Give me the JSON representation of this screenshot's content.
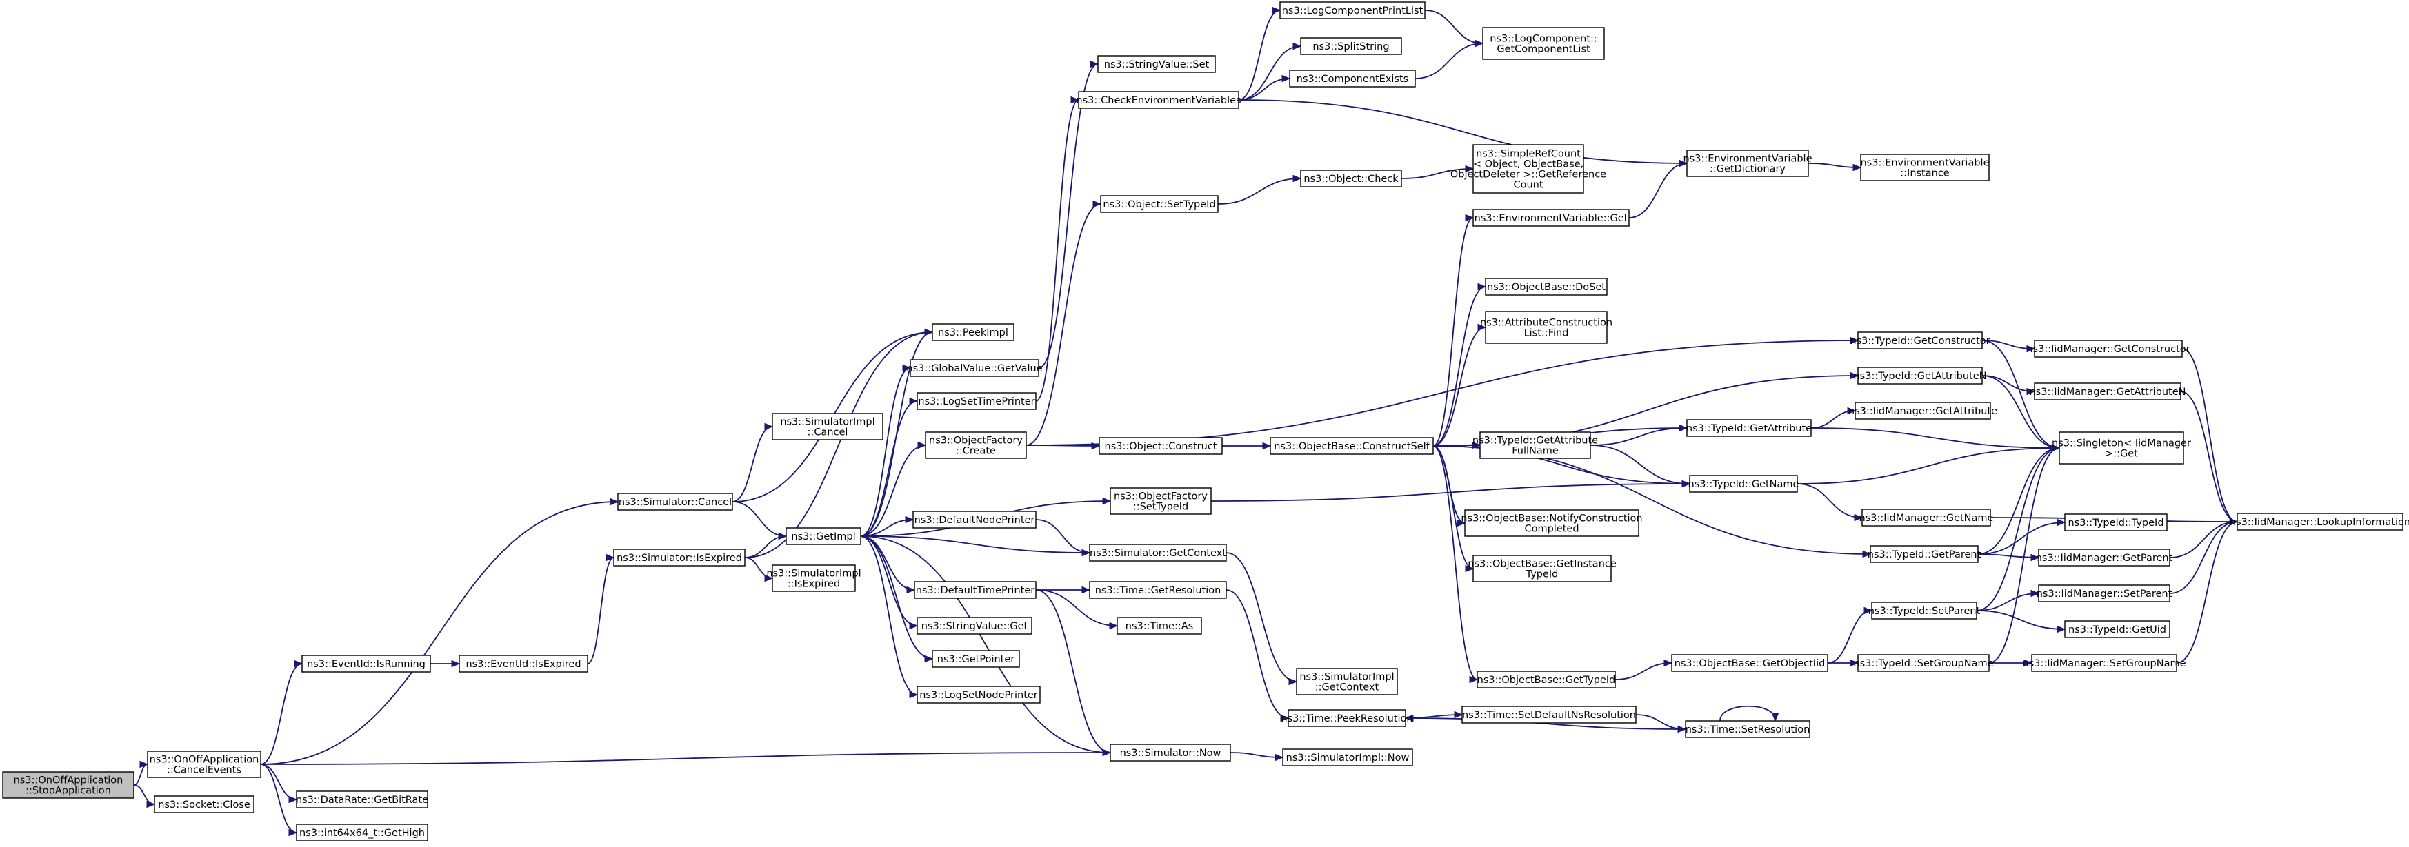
{
  "graph": {
    "nodes": [
      {
        "id": "stop",
        "lines": [
          "ns3::OnOffApplication",
          "::StopApplication"
        ],
        "root": true
      },
      {
        "id": "cancelEvents",
        "lines": [
          "ns3::OnOffApplication",
          "::CancelEvents"
        ]
      },
      {
        "id": "socketClose",
        "lines": [
          "ns3::Socket::Close"
        ]
      },
      {
        "id": "getBitRate",
        "lines": [
          "ns3::DataRate::GetBitRate"
        ]
      },
      {
        "id": "getHigh",
        "lines": [
          "ns3::int64x64_t::GetHigh"
        ]
      },
      {
        "id": "isRunning",
        "lines": [
          "ns3::EventId::IsRunning"
        ]
      },
      {
        "id": "eventIsExpired",
        "lines": [
          "ns3::EventId::IsExpired"
        ]
      },
      {
        "id": "simIsExpired",
        "lines": [
          "ns3::Simulator::IsExpired"
        ]
      },
      {
        "id": "simCancel",
        "lines": [
          "ns3::Simulator::Cancel"
        ]
      },
      {
        "id": "simImplCancel",
        "lines": [
          "ns3::SimulatorImpl",
          "::Cancel"
        ]
      },
      {
        "id": "simImplIsExpired",
        "lines": [
          "ns3::SimulatorImpl",
          "::IsExpired"
        ]
      },
      {
        "id": "getImpl",
        "lines": [
          "ns3::GetImpl"
        ]
      },
      {
        "id": "peekImpl",
        "lines": [
          "ns3::PeekImpl"
        ]
      },
      {
        "id": "gvGetValue",
        "lines": [
          "ns3::GlobalValue::GetValue"
        ]
      },
      {
        "id": "logSetTimePrinter",
        "lines": [
          "ns3::LogSetTimePrinter"
        ]
      },
      {
        "id": "ofCreate",
        "lines": [
          "ns3::ObjectFactory",
          "::Create"
        ]
      },
      {
        "id": "defaultNodePrinter",
        "lines": [
          "ns3::DefaultNodePrinter"
        ]
      },
      {
        "id": "defaultTimePrinter",
        "lines": [
          "ns3::DefaultTimePrinter"
        ]
      },
      {
        "id": "stringValueGet",
        "lines": [
          "ns3::StringValue::Get"
        ]
      },
      {
        "id": "getPointer",
        "lines": [
          "ns3::GetPointer"
        ]
      },
      {
        "id": "logSetNodePrinter",
        "lines": [
          "ns3::LogSetNodePrinter"
        ]
      },
      {
        "id": "stringValueSet",
        "lines": [
          "ns3::StringValue::Set"
        ]
      },
      {
        "id": "checkEnv",
        "lines": [
          "ns3::CheckEnvironmentVariables"
        ]
      },
      {
        "id": "objSetTypeId",
        "lines": [
          "ns3::Object::SetTypeId"
        ]
      },
      {
        "id": "objConstruct",
        "lines": [
          "ns3::Object::Construct"
        ]
      },
      {
        "id": "ofSetTypeId",
        "lines": [
          "ns3::ObjectFactory",
          "::SetTypeId"
        ]
      },
      {
        "id": "simGetContext",
        "lines": [
          "ns3::Simulator::GetContext"
        ]
      },
      {
        "id": "timeGetResolution",
        "lines": [
          "ns3::Time::GetResolution"
        ]
      },
      {
        "id": "timeAs",
        "lines": [
          "ns3::Time::As"
        ]
      },
      {
        "id": "simNow",
        "lines": [
          "ns3::Simulator::Now"
        ]
      },
      {
        "id": "logCompPrintList",
        "lines": [
          "ns3::LogComponentPrintList"
        ]
      },
      {
        "id": "splitString",
        "lines": [
          "ns3::SplitString"
        ]
      },
      {
        "id": "componentExists",
        "lines": [
          "ns3::ComponentExists"
        ]
      },
      {
        "id": "objCheck",
        "lines": [
          "ns3::Object::Check"
        ]
      },
      {
        "id": "obConstructSelf",
        "lines": [
          "ns3::ObjectBase::ConstructSelf"
        ]
      },
      {
        "id": "simImplGetContext",
        "lines": [
          "ns3::SimulatorImpl",
          "::GetContext"
        ]
      },
      {
        "id": "timePeekResolution",
        "lines": [
          "ns3::Time::PeekResolution"
        ]
      },
      {
        "id": "simImplNow",
        "lines": [
          "ns3::SimulatorImpl::Now"
        ]
      },
      {
        "id": "getComponentList",
        "lines": [
          "ns3::LogComponent::",
          "GetComponentList"
        ]
      },
      {
        "id": "simpleRefCount",
        "lines": [
          "ns3::SimpleRefCount",
          "< Object, ObjectBase,",
          "ObjectDeleter >::GetReference",
          "Count"
        ]
      },
      {
        "id": "envGet",
        "lines": [
          "ns3::EnvironmentVariable::Get"
        ]
      },
      {
        "id": "obDoSet",
        "lines": [
          "ns3::ObjectBase::DoSet"
        ]
      },
      {
        "id": "acListFind",
        "lines": [
          "ns3::AttributeConstruction",
          "List::Find"
        ]
      },
      {
        "id": "tidGetAttrFullName",
        "lines": [
          "ns3::TypeId::GetAttribute",
          "FullName"
        ]
      },
      {
        "id": "obNotifyConstructionCompleted",
        "lines": [
          "ns3::ObjectBase::NotifyConstruction",
          "Completed"
        ]
      },
      {
        "id": "obGetInstanceTypeId",
        "lines": [
          "ns3::ObjectBase::GetInstance",
          "TypeId"
        ]
      },
      {
        "id": "obGetTypeId",
        "lines": [
          "ns3::ObjectBase::GetTypeId"
        ]
      },
      {
        "id": "timeSetDefaultNsResolution",
        "lines": [
          "ns3::Time::SetDefaultNsResolution"
        ]
      },
      {
        "id": "envGetDictionary",
        "lines": [
          "ns3::EnvironmentVariable",
          "::GetDictionary"
        ]
      },
      {
        "id": "tidGetAttribute",
        "lines": [
          "ns3::TypeId::GetAttribute"
        ]
      },
      {
        "id": "tidGetName",
        "lines": [
          "ns3::TypeId::GetName"
        ]
      },
      {
        "id": "obGetObjectIid",
        "lines": [
          "ns3::ObjectBase::GetObjectIid"
        ]
      },
      {
        "id": "timeSetResolution",
        "lines": [
          "ns3::Time::SetResolution"
        ]
      },
      {
        "id": "envInstance",
        "lines": [
          "ns3::EnvironmentVariable",
          "::Instance"
        ]
      },
      {
        "id": "tidGetConstructor",
        "lines": [
          "ns3::TypeId::GetConstructor"
        ]
      },
      {
        "id": "tidGetAttributeN",
        "lines": [
          "ns3::TypeId::GetAttributeN"
        ]
      },
      {
        "id": "iidGetAttribute",
        "lines": [
          "ns3::IidManager::GetAttribute"
        ]
      },
      {
        "id": "tidGetParent",
        "lines": [
          "ns3::TypeId::GetParent"
        ]
      },
      {
        "id": "tidSetParent",
        "lines": [
          "ns3::TypeId::SetParent"
        ]
      },
      {
        "id": "tidSetGroupName",
        "lines": [
          "ns3::TypeId::SetGroupName"
        ]
      },
      {
        "id": "iidGetConstructor",
        "lines": [
          "ns3::IidManager::GetConstructor"
        ]
      },
      {
        "id": "iidGetAttributeN",
        "lines": [
          "ns3::IidManager::GetAttributeN"
        ]
      },
      {
        "id": "singletonGet",
        "lines": [
          "ns3::Singleton< IidManager",
          " >::Get"
        ]
      },
      {
        "id": "iidGetName",
        "lines": [
          "ns3::IidManager::GetName"
        ]
      },
      {
        "id": "tidTypeId",
        "lines": [
          "ns3::TypeId::TypeId"
        ]
      },
      {
        "id": "iidGetParent",
        "lines": [
          "ns3::IidManager::GetParent"
        ]
      },
      {
        "id": "iidSetParent",
        "lines": [
          "ns3::IidManager::SetParent"
        ]
      },
      {
        "id": "tidGetUid",
        "lines": [
          "ns3::TypeId::GetUid"
        ]
      },
      {
        "id": "iidSetGroupName",
        "lines": [
          "ns3::IidManager::SetGroupName"
        ]
      },
      {
        "id": "iidLookupInformation",
        "lines": [
          "ns3::IidManager::LookupInformation"
        ]
      }
    ],
    "edges": [
      [
        "stop",
        "cancelEvents"
      ],
      [
        "stop",
        "socketClose"
      ],
      [
        "cancelEvents",
        "getBitRate"
      ],
      [
        "cancelEvents",
        "getHigh"
      ],
      [
        "cancelEvents",
        "isRunning"
      ],
      [
        "cancelEvents",
        "simCancel"
      ],
      [
        "cancelEvents",
        "simNow"
      ],
      [
        "isRunning",
        "eventIsExpired"
      ],
      [
        "eventIsExpired",
        "simIsExpired"
      ],
      [
        "simIsExpired",
        "getImpl"
      ],
      [
        "simIsExpired",
        "simImplIsExpired"
      ],
      [
        "simIsExpired",
        "peekImpl"
      ],
      [
        "simCancel",
        "simImplCancel"
      ],
      [
        "simCancel",
        "getImpl"
      ],
      [
        "simCancel",
        "peekImpl"
      ],
      [
        "getImpl",
        "peekImpl"
      ],
      [
        "getImpl",
        "gvGetValue"
      ],
      [
        "getImpl",
        "logSetTimePrinter"
      ],
      [
        "getImpl",
        "ofCreate"
      ],
      [
        "getImpl",
        "ofSetTypeId"
      ],
      [
        "getImpl",
        "defaultNodePrinter"
      ],
      [
        "getImpl",
        "defaultTimePrinter"
      ],
      [
        "getImpl",
        "stringValueGet"
      ],
      [
        "getImpl",
        "getPointer"
      ],
      [
        "getImpl",
        "logSetNodePrinter"
      ],
      [
        "gvGetValue",
        "stringValueSet"
      ],
      [
        "logSetTimePrinter",
        "checkEnv"
      ],
      [
        "ofCreate",
        "objSetTypeId"
      ],
      [
        "ofCreate",
        "objConstruct"
      ],
      [
        "ofCreate",
        "tidGetConstructor"
      ],
      [
        "ofSetTypeId",
        "tidGetName"
      ],
      [
        "defaultNodePrinter",
        "simGetContext"
      ],
      [
        "simGetContext",
        "getImpl"
      ],
      [
        "simGetContext",
        "simImplGetContext"
      ],
      [
        "defaultTimePrinter",
        "timeGetResolution"
      ],
      [
        "defaultTimePrinter",
        "timeAs"
      ],
      [
        "defaultTimePrinter",
        "simNow"
      ],
      [
        "timeGetResolution",
        "timePeekResolution"
      ],
      [
        "simNow",
        "getImpl"
      ],
      [
        "simNow",
        "simImplNow"
      ],
      [
        "checkEnv",
        "logCompPrintList"
      ],
      [
        "checkEnv",
        "splitString"
      ],
      [
        "checkEnv",
        "componentExists"
      ],
      [
        "checkEnv",
        "envGetDictionary"
      ],
      [
        "logCompPrintList",
        "getComponentList"
      ],
      [
        "componentExists",
        "getComponentList"
      ],
      [
        "objSetTypeId",
        "objCheck"
      ],
      [
        "objCheck",
        "simpleRefCount"
      ],
      [
        "objConstruct",
        "obConstructSelf"
      ],
      [
        "obConstructSelf",
        "envGet"
      ],
      [
        "obConstructSelf",
        "obDoSet"
      ],
      [
        "obConstructSelf",
        "acListFind"
      ],
      [
        "obConstructSelf",
        "tidGetAttributeN"
      ],
      [
        "obConstructSelf",
        "tidGetAttrFullName"
      ],
      [
        "obConstructSelf",
        "tidGetAttribute"
      ],
      [
        "obConstructSelf",
        "tidGetName"
      ],
      [
        "obConstructSelf",
        "obNotifyConstructionCompleted"
      ],
      [
        "obConstructSelf",
        "obGetInstanceTypeId"
      ],
      [
        "obConstructSelf",
        "obGetTypeId"
      ],
      [
        "obConstructSelf",
        "tidGetParent"
      ],
      [
        "envGet",
        "envGetDictionary"
      ],
      [
        "envGetDictionary",
        "envInstance"
      ],
      [
        "tidGetAttrFullName",
        "tidGetAttribute"
      ],
      [
        "tidGetAttrFullName",
        "tidGetName"
      ],
      [
        "obGetTypeId",
        "obGetObjectIid"
      ],
      [
        "obGetObjectIid",
        "tidSetParent"
      ],
      [
        "obGetObjectIid",
        "tidSetGroupName"
      ],
      [
        "timePeekResolution",
        "timeSetDefaultNsResolution"
      ],
      [
        "timeSetDefaultNsResolution",
        "timeSetResolution"
      ],
      [
        "timeSetResolution",
        "timeSetResolution"
      ],
      [
        "timeSetResolution",
        "timePeekResolution"
      ],
      [
        "tidGetConstructor",
        "iidGetConstructor"
      ],
      [
        "tidGetConstructor",
        "singletonGet"
      ],
      [
        "tidGetAttributeN",
        "iidGetAttributeN"
      ],
      [
        "tidGetAttributeN",
        "singletonGet"
      ],
      [
        "tidGetAttribute",
        "iidGetAttribute"
      ],
      [
        "tidGetAttribute",
        "singletonGet"
      ],
      [
        "tidGetName",
        "singletonGet"
      ],
      [
        "tidGetName",
        "iidGetName"
      ],
      [
        "tidGetParent",
        "tidTypeId"
      ],
      [
        "tidGetParent",
        "iidGetParent"
      ],
      [
        "tidGetParent",
        "singletonGet"
      ],
      [
        "tidSetParent",
        "iidSetParent"
      ],
      [
        "tidSetParent",
        "tidGetUid"
      ],
      [
        "tidSetParent",
        "singletonGet"
      ],
      [
        "tidSetGroupName",
        "iidSetGroupName"
      ],
      [
        "tidSetGroupName",
        "singletonGet"
      ],
      [
        "iidGetConstructor",
        "iidLookupInformation"
      ],
      [
        "iidGetAttributeN",
        "iidLookupInformation"
      ],
      [
        "iidGetName",
        "iidLookupInformation"
      ],
      [
        "iidGetParent",
        "iidLookupInformation"
      ],
      [
        "iidSetParent",
        "iidLookupInformation"
      ],
      [
        "iidSetGroupName",
        "iidLookupInformation"
      ]
    ]
  }
}
